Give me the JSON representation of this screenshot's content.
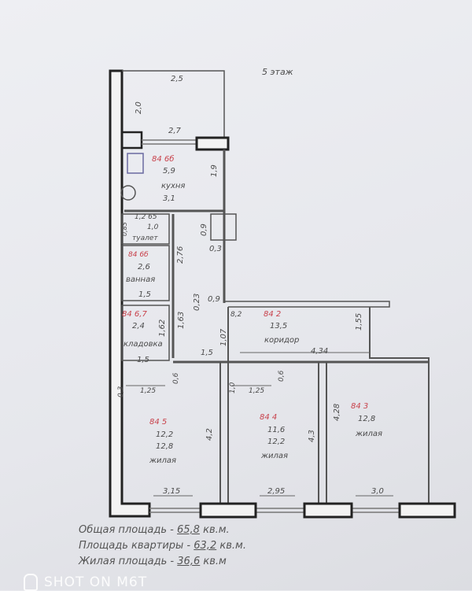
{
  "floor_label": "5 этаж",
  "balcony": {
    "width": "2,5",
    "depth": "2,0",
    "opening": "2,7"
  },
  "kitchen": {
    "number": "84 6б",
    "area": "5,9",
    "name": "кухня",
    "width": "3,1",
    "depth": "1,9"
  },
  "toilet": {
    "dims": "1,2 65",
    "area": "1,0",
    "name": "туалет",
    "side": "0,85"
  },
  "bathroom": {
    "number": "84 6б",
    "area": "2,6",
    "name": "ванная",
    "width": "1,5"
  },
  "hall_dims": {
    "a": "2,76",
    "b": "0,9",
    "c": "0,3",
    "d": "0,23",
    "e": "0,9",
    "f": "1,63",
    "g": "1,07",
    "h": "8,2",
    "i": "1,5"
  },
  "storage": {
    "number": "84 6,7",
    "area": "2,4",
    "name": "кладовка",
    "side": "1,62",
    "width": "1,5"
  },
  "corridor": {
    "number": "84 2",
    "area": "13,5",
    "name": "коридор",
    "length": "4,34",
    "side": "1,55"
  },
  "room5": {
    "number": "84 5",
    "area1": "12,2",
    "area2": "12,8",
    "name": "жилая",
    "depth": "4,2",
    "width": "3,15",
    "niche": "1,25",
    "n1": "0,6",
    "n2": "0,3"
  },
  "room4": {
    "number": "84 4",
    "area1": "11,6",
    "area2": "12,2",
    "name": "жилая",
    "depth": "4,3",
    "width": "2,95",
    "niche": "1,25",
    "n1": "0,6",
    "n2": "1,0"
  },
  "room3": {
    "number": "84 3",
    "area": "12,8",
    "name": "жилая",
    "depth": "4,28",
    "width": "3,0"
  },
  "summary": {
    "total_label": "Общая площадь -",
    "total_value": "65,8",
    "total_unit": "кв.м.",
    "apt_label": "Площадь квартиры -",
    "apt_value": "63,2",
    "apt_unit": "кв.м.",
    "living_label": "Жилая площадь -",
    "living_value": "36,6",
    "living_unit": "кв.м"
  },
  "watermark": "SHOT ON M6T"
}
